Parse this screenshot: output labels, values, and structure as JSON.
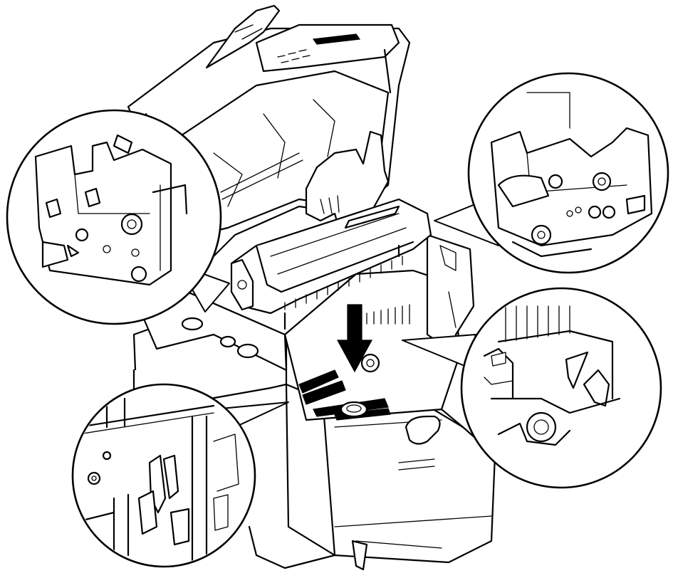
{
  "figure": {
    "subject": "printer-drum-cartridge-installation",
    "views": [
      "main-printer-view",
      "detail-left-top",
      "detail-right-top",
      "detail-right-bottom",
      "detail-left-bottom"
    ],
    "icons": {
      "arrow": "down-arrow-icon",
      "hand": "hand-icon"
    },
    "colors": {
      "line": "#000000",
      "background": "#ffffff"
    }
  }
}
